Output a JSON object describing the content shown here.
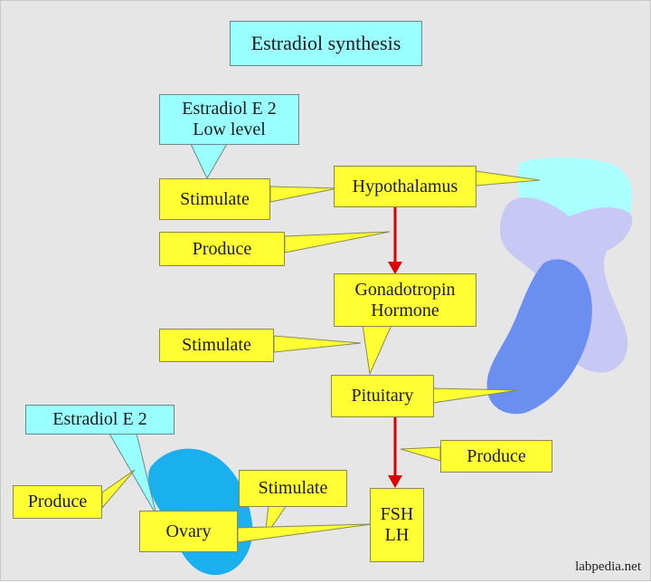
{
  "title": "Estradiol synthesis",
  "estradiol_low": "Estradiol  E 2\nLow level",
  "estradiol_e2": "Estradiol  E 2",
  "hypothalamus": "Hypothalamus",
  "gonadotropin": "Gonadotropin\nHormone",
  "pituitary": "Pituitary",
  "fsh_lh": "FSH\nLH",
  "ovary": "Ovary",
  "labels": {
    "stimulate_1": "Stimulate",
    "produce_1": "Produce",
    "stimulate_2": "Stimulate",
    "produce_2": "Produce",
    "produce_3": "Produce",
    "stimulate_3": "Stimulate"
  },
  "footer": "labpedia.net",
  "colors": {
    "callout_yellow": "#ffff33",
    "title_cyan": "#99ffff",
    "arrow_red": "#dd0000",
    "hypothalamus_cyan": "#aaffff",
    "brain_lavender": "#c8c8f5",
    "pituitary_blue": "#6a8ff0",
    "ovary_blue": "#1ab0ee"
  }
}
